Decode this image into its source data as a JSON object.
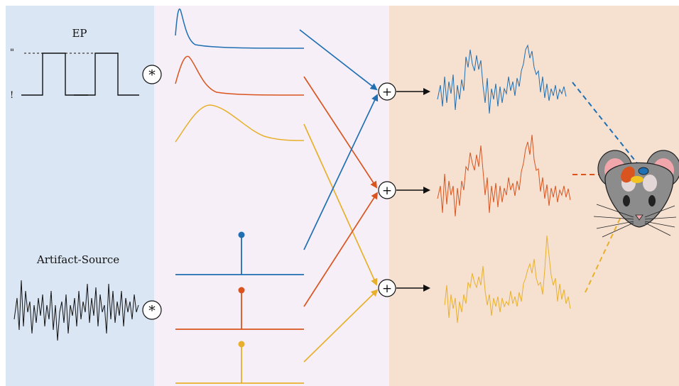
{
  "labels": {
    "ep_title": "EP",
    "ep_high": "\"",
    "ep_low": "!",
    "artifact_title": "Artifact-Source",
    "convolve_symbol": "*",
    "sum_symbol": "+"
  },
  "colors": {
    "blue": "#1f6fb2",
    "orange": "#d9541e",
    "yellow": "#e8b02a",
    "black": "#111111",
    "panel_left": "#dbe6f4",
    "panel_middle": "#f6eff7",
    "panel_right": "#f6e1d1"
  },
  "channels": [
    "blue",
    "orange",
    "yellow"
  ],
  "icons": {
    "convolve": "circled-asterisk-icon",
    "sum": "circled-plus-icon",
    "subject": "mouse-head-icon"
  }
}
